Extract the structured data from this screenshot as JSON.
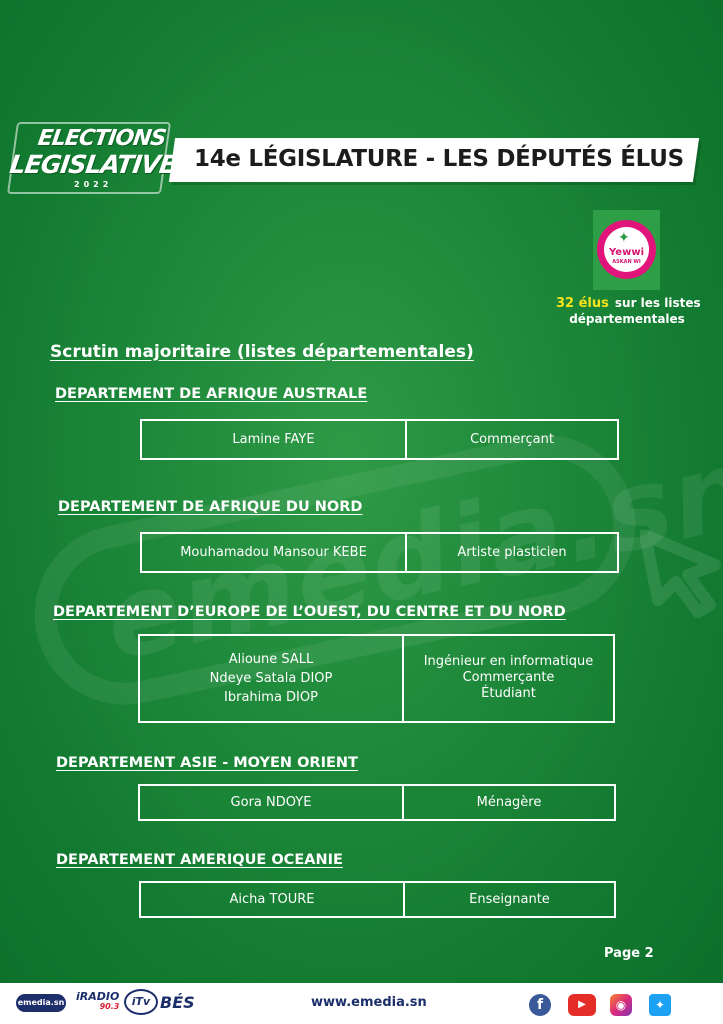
{
  "header": {
    "logo_line1": "ELECTIONS",
    "logo_line2": "LEGISLATIVES",
    "logo_year": "2022",
    "banner_title": "14e LÉGISLATURE - LES DÉPUTÉS ÉLUS"
  },
  "party": {
    "name_line1": "Yewwi",
    "name_line2": "ASKAN WI",
    "elus_count": "32 élus",
    "elus_text_1": "sur les listes",
    "elus_text_2": "départementales",
    "accent_color": "#f4e21c"
  },
  "section_title": "Scrutin majoritaire (listes départementales)",
  "departments": [
    {
      "name": "DEPARTEMENT DE AFRIQUE AUSTRALE",
      "names": [
        "Lamine FAYE"
      ],
      "jobs": [
        "Commerçant"
      ]
    },
    {
      "name": "DEPARTEMENT DE AFRIQUE DU NORD",
      "names": [
        "Mouhamadou Mansour KEBE"
      ],
      "jobs": [
        "Artiste plasticien"
      ]
    },
    {
      "name": "DEPARTEMENT D’EUROPE DE L’OUEST, DU CENTRE ET DU NORD",
      "names": [
        "Alioune SALL",
        "Ndeye Satala DIOP",
        "Ibrahima DIOP"
      ],
      "jobs": [
        "Ingénieur en informatique",
        "Commerçante",
        "Étudiant"
      ]
    },
    {
      "name": "DEPARTEMENT ASIE - MOYEN ORIENT",
      "names": [
        "Gora NDOYE"
      ],
      "jobs": [
        "Ménagère"
      ]
    },
    {
      "name": "DEPARTEMENT AMERIQUE OCEANIE",
      "names": [
        "Aicha TOURE"
      ],
      "jobs": [
        "Enseignante"
      ]
    }
  ],
  "page_label": "Page 2",
  "watermark": "emedia.sn",
  "footer": {
    "logos": [
      "emedia.sn",
      "iRADIO",
      "90.3",
      "iTv",
      "BÉS"
    ],
    "website": "www.emedia.sn",
    "social": [
      "facebook-icon",
      "youtube-icon",
      "instagram-icon",
      "twitter-icon"
    ]
  },
  "colors": {
    "background": "#1f8a3b",
    "text": "#ffffff"
  }
}
